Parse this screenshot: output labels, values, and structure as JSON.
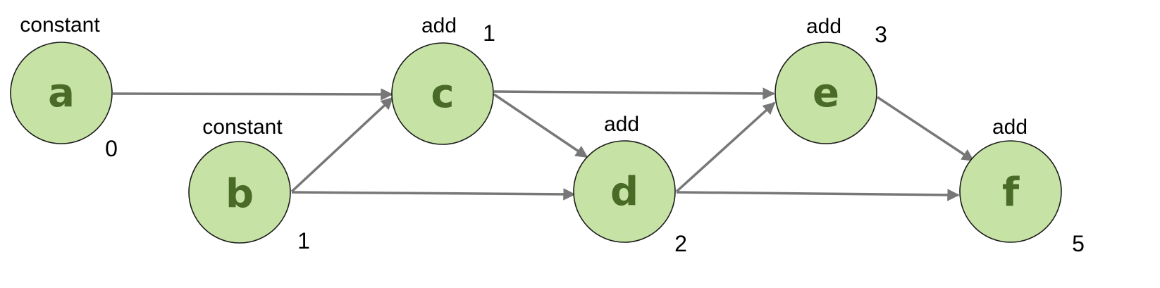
{
  "nodes": {
    "a": {
      "letter": "a",
      "op": "constant",
      "value": "0"
    },
    "b": {
      "letter": "b",
      "op": "constant",
      "value": "1"
    },
    "c": {
      "letter": "c",
      "op": "add",
      "value": "1"
    },
    "d": {
      "letter": "d",
      "op": "add",
      "value": "2"
    },
    "e": {
      "letter": "e",
      "op": "add",
      "value": "3"
    },
    "f": {
      "letter": "f",
      "op": "add",
      "value": "5"
    }
  },
  "edges": [
    {
      "from": "a",
      "to": "c"
    },
    {
      "from": "b",
      "to": "c"
    },
    {
      "from": "b",
      "to": "d"
    },
    {
      "from": "c",
      "to": "d"
    },
    {
      "from": "c",
      "to": "e"
    },
    {
      "from": "d",
      "to": "e"
    },
    {
      "from": "d",
      "to": "f"
    },
    {
      "from": "e",
      "to": "f"
    }
  ],
  "colors": {
    "node_fill": "#c6e3a5",
    "letter": "#4a6b27",
    "edge": "#777777"
  }
}
